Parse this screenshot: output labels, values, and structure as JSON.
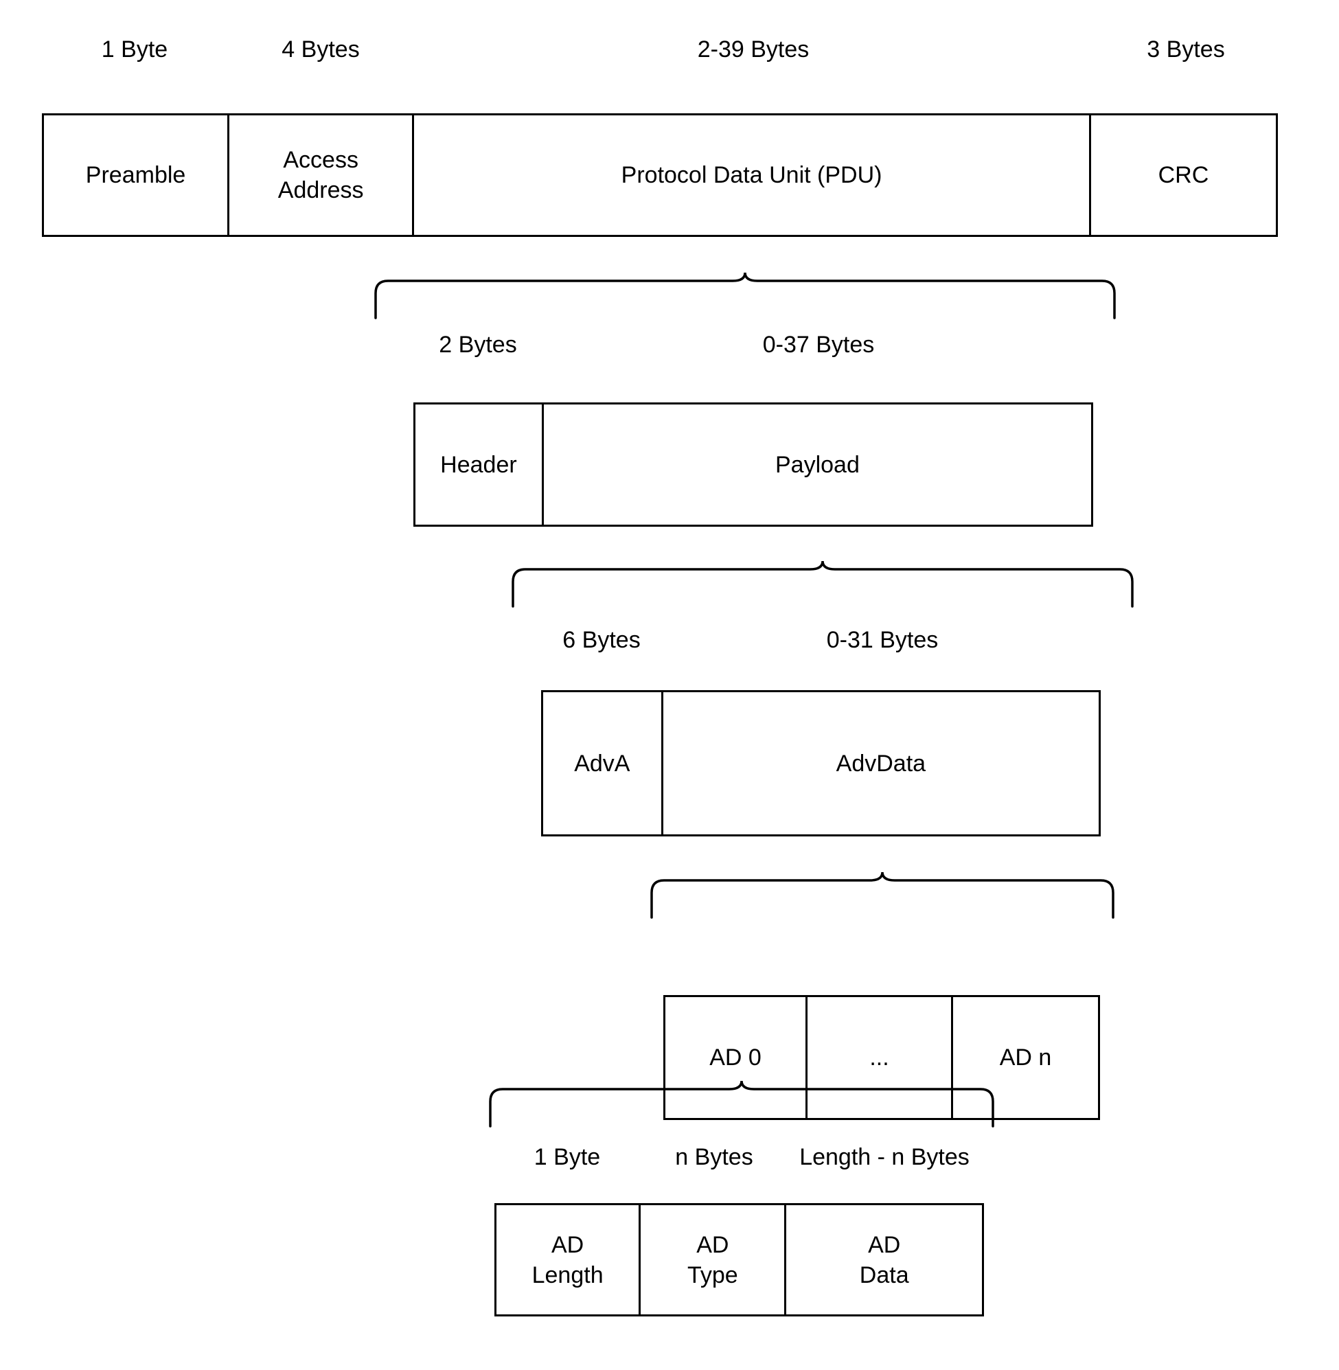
{
  "diagram": {
    "title": "Bluetooth Low Energy advertising packet structure",
    "stroke_color": "#000000",
    "background_color": "#ffffff",
    "levels": [
      {
        "id": "link-layer-packet",
        "size_labels": [
          "1 Byte",
          "4 Bytes",
          "2-39 Bytes",
          "3 Bytes"
        ],
        "fields": [
          "Preamble",
          "Access\nAddress",
          "Protocol Data Unit (PDU)",
          "CRC"
        ]
      },
      {
        "id": "pdu",
        "size_labels": [
          "2 Bytes",
          "0-37 Bytes"
        ],
        "fields": [
          "Header",
          "Payload"
        ]
      },
      {
        "id": "payload",
        "size_labels": [
          "6 Bytes",
          "0-31 Bytes"
        ],
        "fields": [
          "AdvA",
          "AdvData"
        ]
      },
      {
        "id": "advdata",
        "size_labels": [],
        "fields": [
          "AD 0",
          "...",
          "AD n"
        ]
      },
      {
        "id": "ad-structure",
        "size_labels": [
          "1 Byte",
          "n Bytes",
          "Length - n Bytes"
        ],
        "fields": [
          "AD\nLength",
          "AD\nType",
          "AD\nData"
        ]
      }
    ]
  },
  "labels": {
    "l1s0": "1 Byte",
    "l1s1": "4 Bytes",
    "l1s2": "2-39 Bytes",
    "l1s3": "3 Bytes",
    "l1f0": "Preamble",
    "l1f1": "Access\nAddress",
    "l1f2": "Protocol Data Unit (PDU)",
    "l1f3": "CRC",
    "l2s0": "2 Bytes",
    "l2s1": "0-37 Bytes",
    "l2f0": "Header",
    "l2f1": "Payload",
    "l3s0": "6 Bytes",
    "l3s1": "0-31 Bytes",
    "l3f0": "AdvA",
    "l3f1": "AdvData",
    "l4f0": "AD 0",
    "l4f1": "...",
    "l4f2": "AD n",
    "l5s0": "1 Byte",
    "l5s1": "n Bytes",
    "l5s2": "Length - n Bytes",
    "l5f0": "AD\nLength",
    "l5f1": "AD\nType",
    "l5f2": "AD\nData"
  }
}
